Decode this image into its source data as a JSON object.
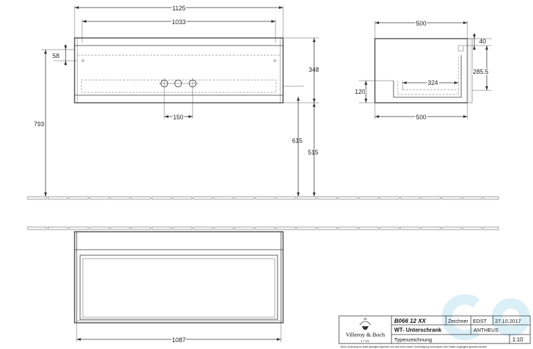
{
  "dimensions": {
    "overall_width": "1125",
    "inner_width": "1033",
    "top_offset": "58",
    "total_height": "793",
    "cabinet_height": "348",
    "floor_to_bottom_left": "615",
    "floor_to_bottom_right": "515",
    "drain_spacing": "150",
    "side_depth_top": "500",
    "side_depth_bottom": "500",
    "side_top_gap": "40",
    "side_inner_height": "285.5",
    "side_inner_depth": "324",
    "side_bottom_height": "120",
    "plan_width": "1087"
  },
  "title_block": {
    "brand_name": "Villeroy & Boch",
    "brand_year": "1748",
    "article_number": "B066 12 XX",
    "description": "WT- Unterschrank",
    "drawing_type": "Typenzeichnung",
    "drawer_label": "Zeichner",
    "drawer_value": "EDST",
    "date": "27.10.2017",
    "series": "ANTHEUS",
    "scale": "1:10",
    "disclaimer": "Diese Zeichnung ist unser geistiges Eigentum und darf ohne unsere Genehmigung nicht kopiert oder Dritten zugänglich gemacht werden."
  },
  "colors": {
    "line": "#333333",
    "wall_fill": "#f4f4f4",
    "watermark": "#bfe3f2"
  }
}
